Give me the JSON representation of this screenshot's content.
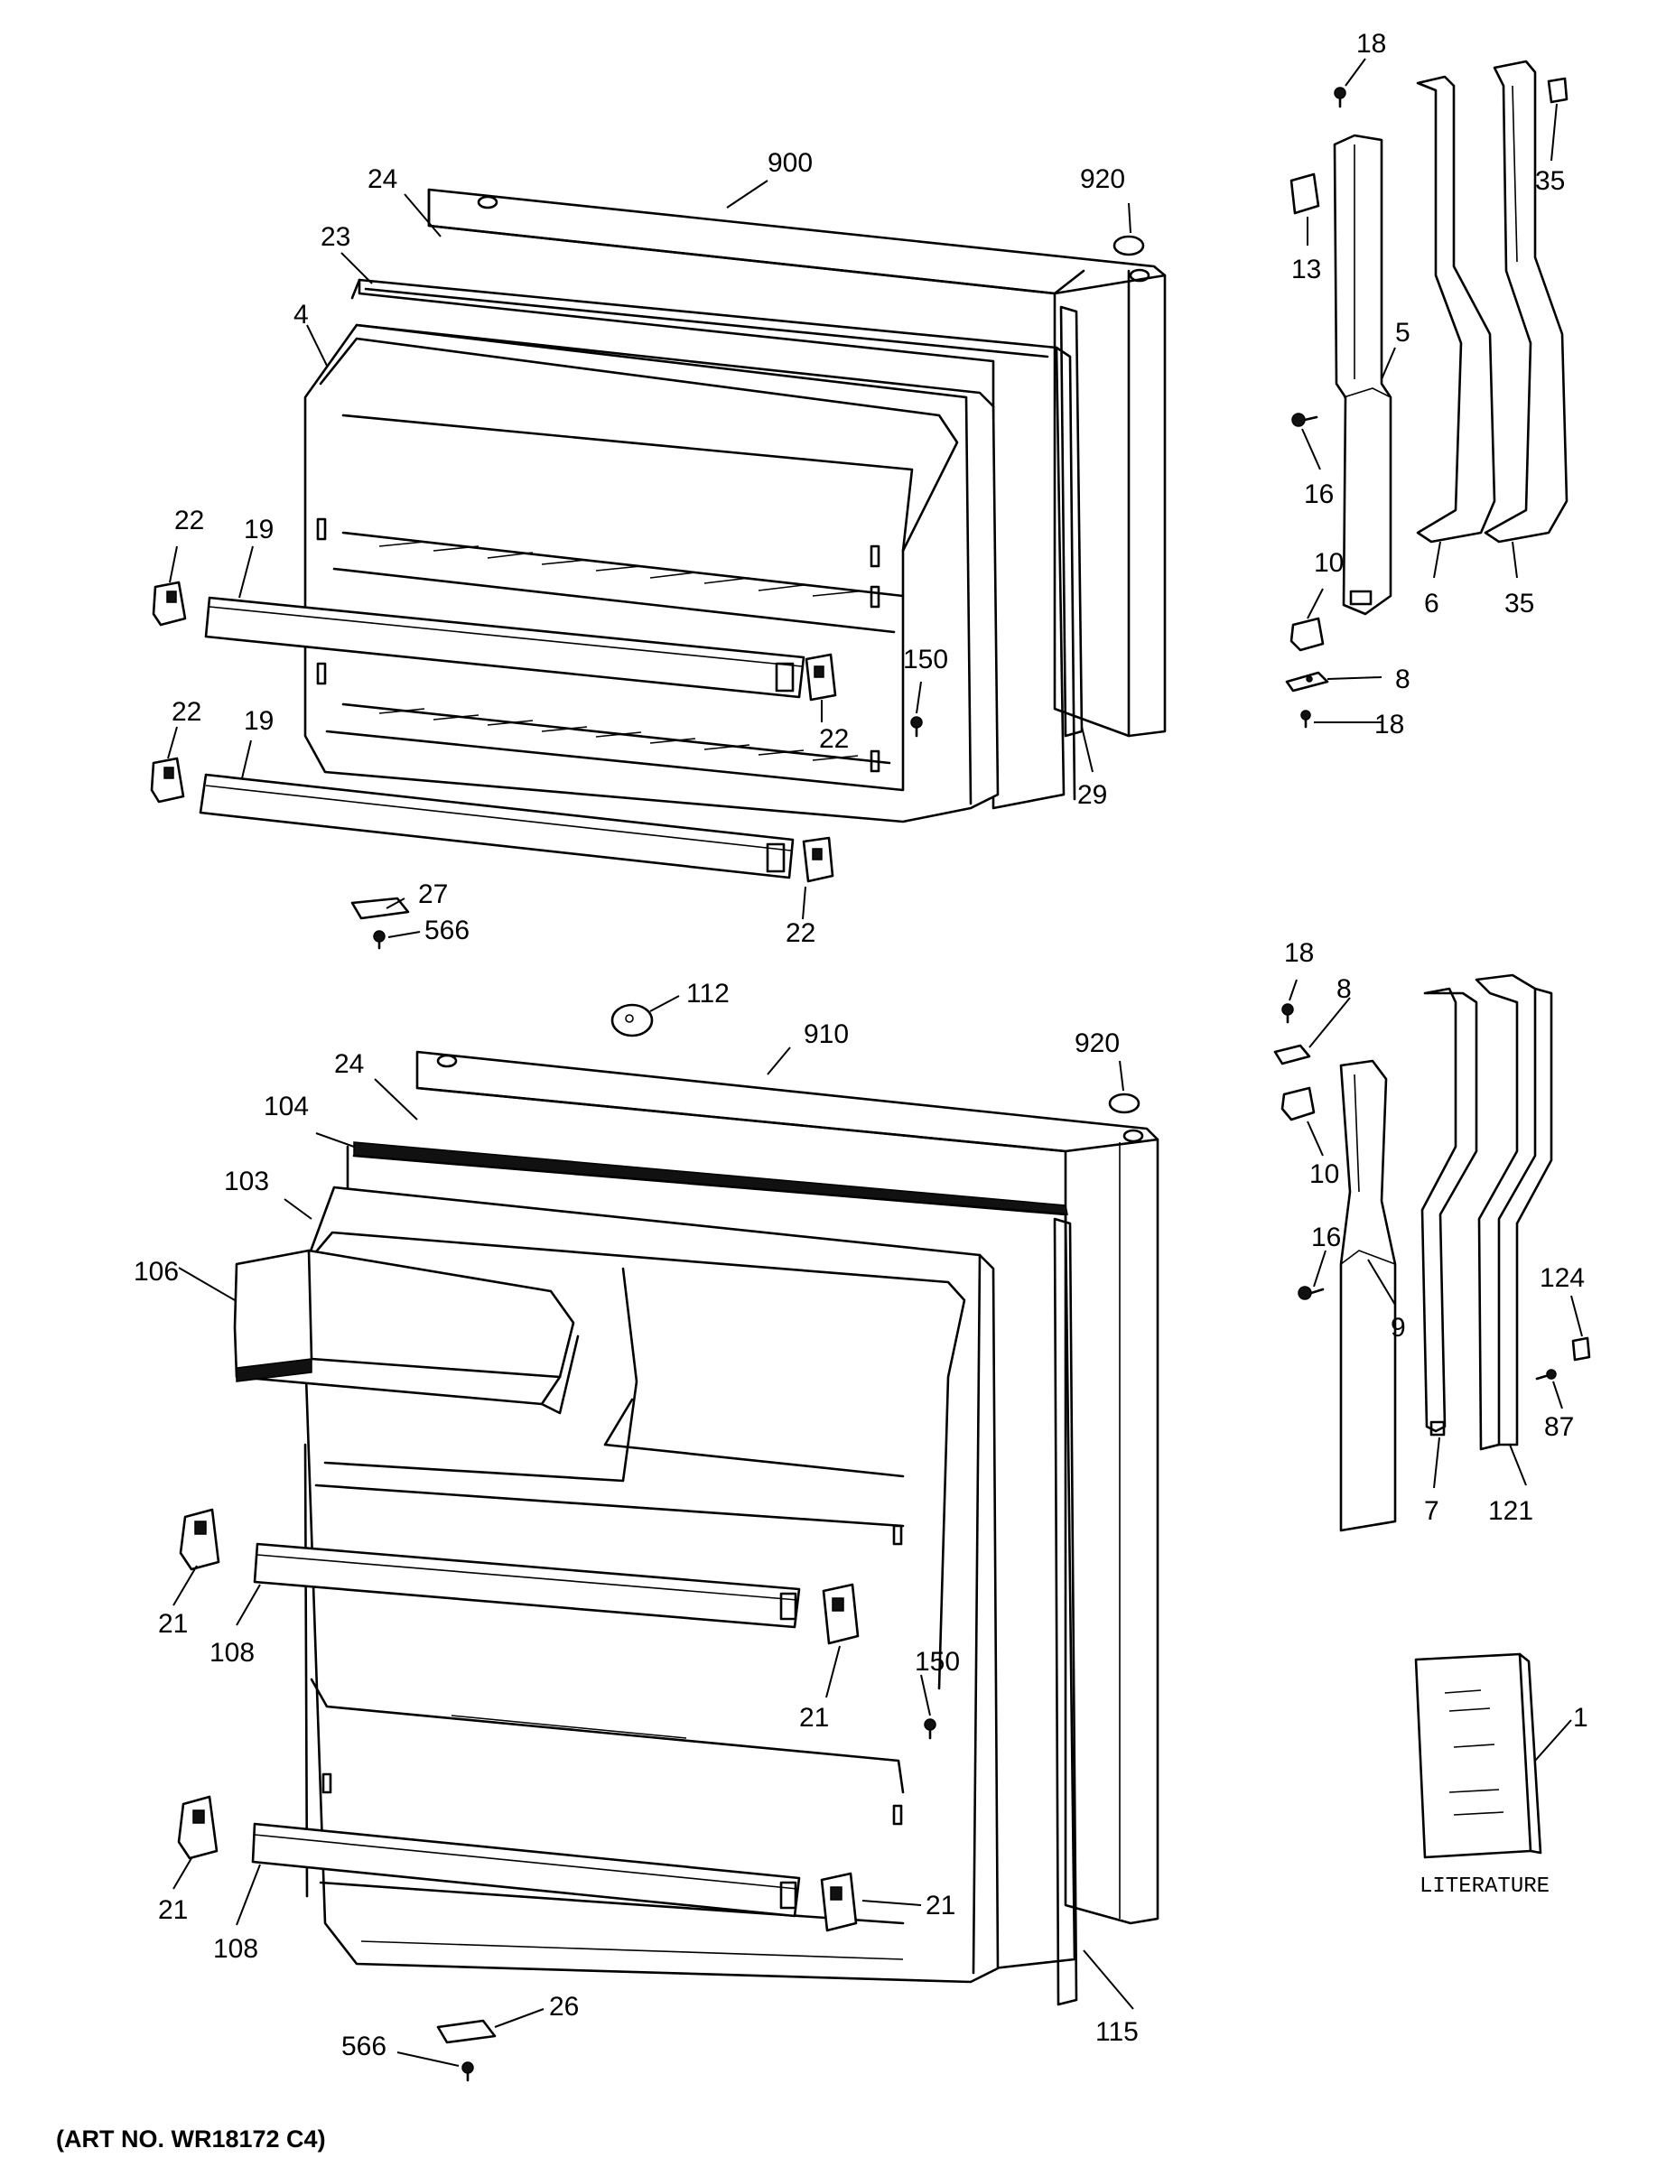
{
  "diagram": {
    "art_number": "(ART NO. WR18172 C4)",
    "literature_caption": "LITERATURE",
    "freezer_door": {
      "callouts": {
        "door": "900",
        "plug": "920",
        "gasket_top": "24",
        "gasket": "23",
        "liner": "4",
        "shelf_upper": "19",
        "shelf_lower": "19",
        "shelf_end_left_upper": "22",
        "shelf_end_left_lower": "22",
        "shelf_end_right_upper": "22",
        "shelf_end_right_lower": "22",
        "screw_hinge": "150",
        "breaker_strip": "29",
        "hinge_plate": "27",
        "hinge_screw": "566"
      }
    },
    "freezer_handle": {
      "callouts": {
        "screw_top": "18",
        "cap": "13",
        "handle": "5",
        "screw_mid": "16",
        "mount": "10",
        "bracket": "8",
        "screw_bottom": "18",
        "trim_left": "6",
        "trim_right": "35",
        "end_cap": "35"
      }
    },
    "fresh_food_door": {
      "callouts": {
        "door": "910",
        "plug": "920",
        "button": "112",
        "gasket_top": "24",
        "gasket": "104",
        "liner": "103",
        "dairy_door": "106",
        "shelf_end_left_upper": "21",
        "shelf_end_left_lower": "21",
        "shelf_upper": "108",
        "shelf_lower": "108",
        "shelf_end_right_upper": "21",
        "shelf_end_right_lower": "21",
        "screw_hinge": "150",
        "breaker_strip": "115",
        "hinge_plate": "26",
        "hinge_screw": "566"
      }
    },
    "fresh_food_handle": {
      "callouts": {
        "screw_top": "18",
        "bracket": "8",
        "mount": "10",
        "screw_mid": "16",
        "handle": "9",
        "trim_left": "7",
        "trim_right": "121",
        "cap": "124",
        "screw_cap": "87"
      }
    },
    "literature": {
      "callout": "1"
    }
  }
}
